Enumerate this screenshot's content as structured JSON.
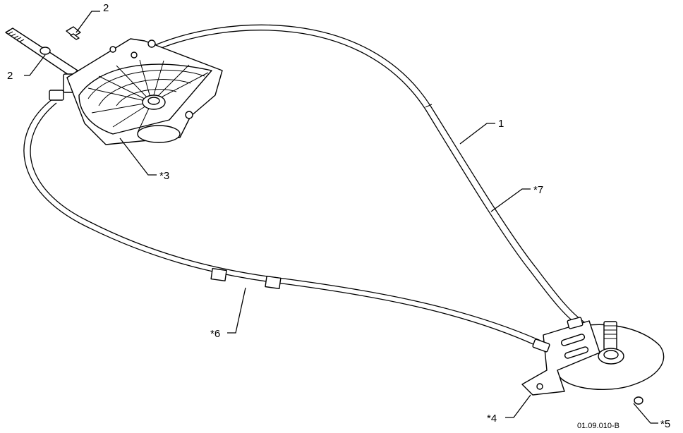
{
  "callouts": {
    "part_1": "1",
    "part_2_top": "2",
    "part_2_left": "2",
    "part_3": "*3",
    "part_4": "*4",
    "part_5": "*5",
    "part_6": "*6",
    "part_7": "*7"
  },
  "drawing_code": "01.09.010-B"
}
